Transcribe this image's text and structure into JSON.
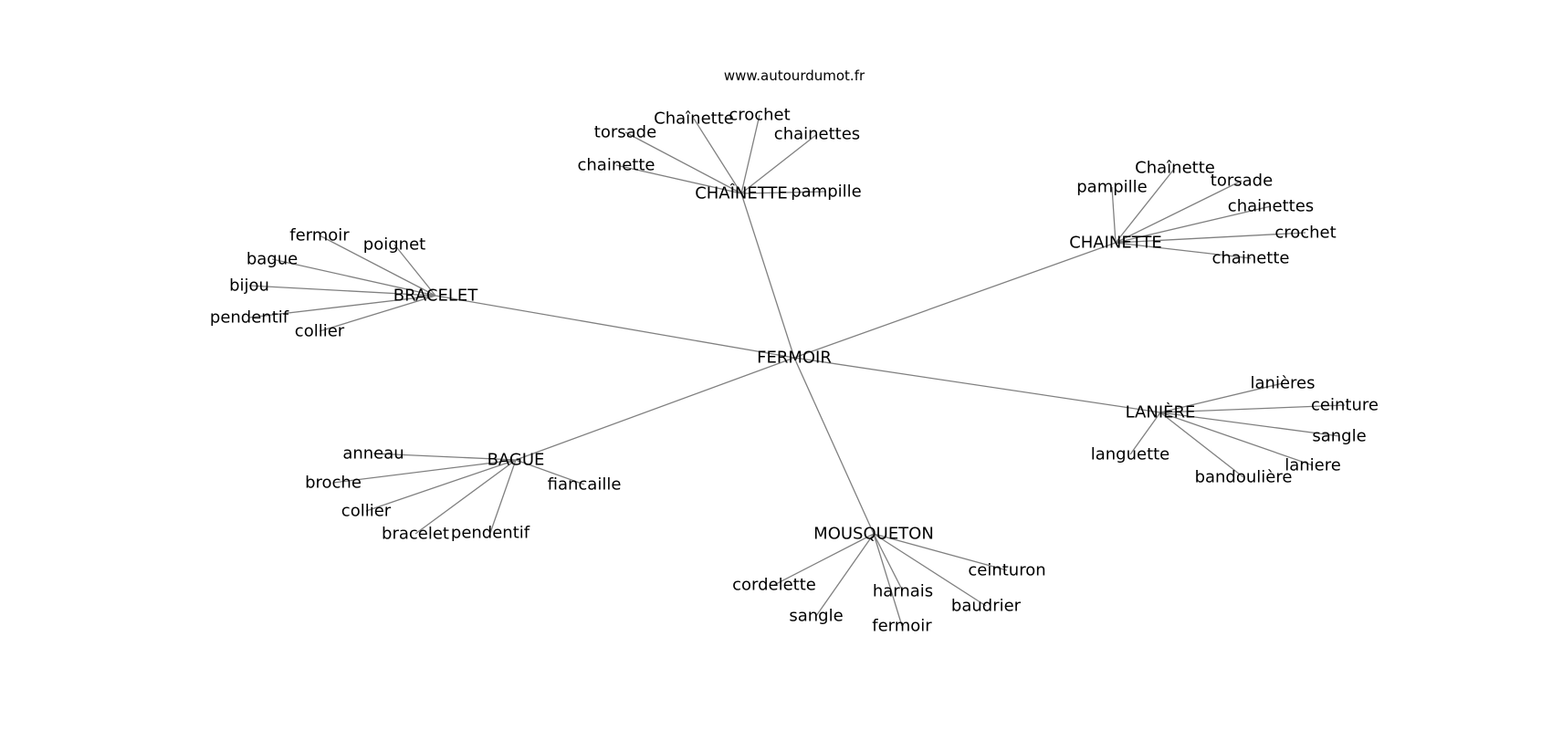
{
  "watermark": "www.autourdumot.fr",
  "graph": {
    "center": {
      "id": "fermoir",
      "label": "FERMOIR"
    },
    "clusters": [
      {
        "id": "chainette-accent",
        "label": "CHAÎNETTE",
        "leaves": [
          "Chaînette",
          "crochet",
          "torsade",
          "chainettes",
          "chainette",
          "pampille"
        ]
      },
      {
        "id": "chainette",
        "label": "CHAINETTE",
        "leaves": [
          "Chaînette",
          "pampille",
          "torsade",
          "chainettes",
          "crochet",
          "chainette"
        ]
      },
      {
        "id": "bracelet",
        "label": "BRACELET",
        "leaves": [
          "fermoir",
          "poignet",
          "bague",
          "bijou",
          "pendentif",
          "collier"
        ]
      },
      {
        "id": "laniere",
        "label": "LANIÈRE",
        "leaves": [
          "lanières",
          "ceinture",
          "sangle",
          "laniere",
          "languette",
          "bandoulière"
        ]
      },
      {
        "id": "bague",
        "label": "BAGUE",
        "leaves": [
          "anneau",
          "broche",
          "fiancaille",
          "collier",
          "bracelet",
          "pendentif"
        ]
      },
      {
        "id": "mousqueton",
        "label": "MOUSQUETON",
        "leaves": [
          "ceinturon",
          "cordelette",
          "harnais",
          "baudrier",
          "sangle",
          "fermoir"
        ]
      }
    ]
  }
}
